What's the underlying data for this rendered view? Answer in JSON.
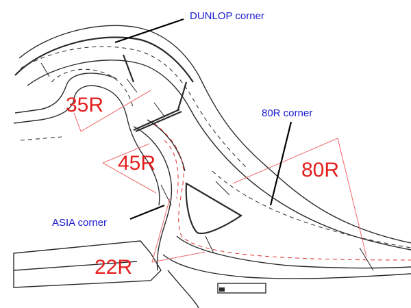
{
  "corners": {
    "dunlop": "DUNLOP corner",
    "eighty_r": "80R corner",
    "asia": "ASIA corner"
  },
  "radii": {
    "r35": "35R",
    "r45": "45R",
    "r80": "80R",
    "r22": "22R"
  },
  "colors": {
    "radius_label": "#e41c1c",
    "corner_label": "#1a1ad0",
    "radius_lines": "#f07070",
    "road_lines": "#2a2a2a"
  }
}
